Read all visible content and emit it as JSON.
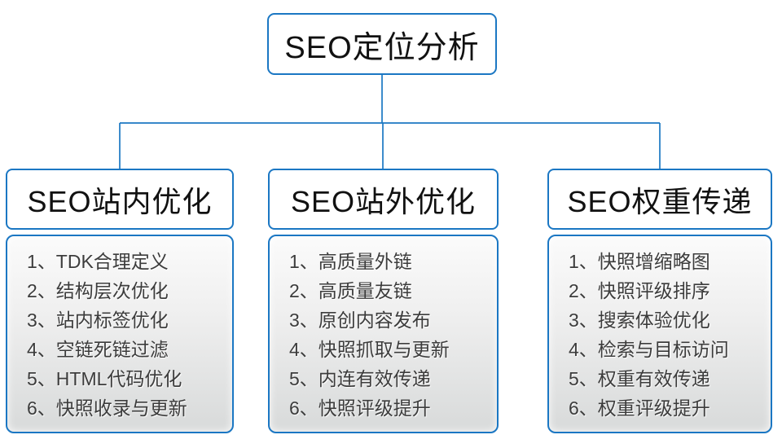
{
  "diagram": {
    "root": {
      "title": "SEO定位分析"
    },
    "branches": [
      {
        "title": "SEO站内优化",
        "items": [
          "1、TDK合理定义",
          "2、结构层次优化",
          "3、站内标签优化",
          "4、空链死链过滤",
          "5、HTML代码优化",
          "6、快照收录与更新"
        ]
      },
      {
        "title": "SEO站外优化",
        "items": [
          "1、高质量外链",
          "2、高质量友链",
          "3、原创内容发布",
          "4、快照抓取与更新",
          "5、内连有效传递",
          "6、快照评级提升"
        ]
      },
      {
        "title": "SEO权重传递",
        "items": [
          "1、快照增缩略图",
          "2、快照评级排序",
          "3、搜索体验优化",
          "4、检索与目标访问",
          "5、权重有效传递",
          "6、权重评级提升"
        ]
      }
    ],
    "colors": {
      "accent_blue": "#1b77c3",
      "list_text": "#3c3c3c",
      "list_gradient_top": "#fbfbfb",
      "list_gradient_bottom": "#d8dada"
    }
  }
}
